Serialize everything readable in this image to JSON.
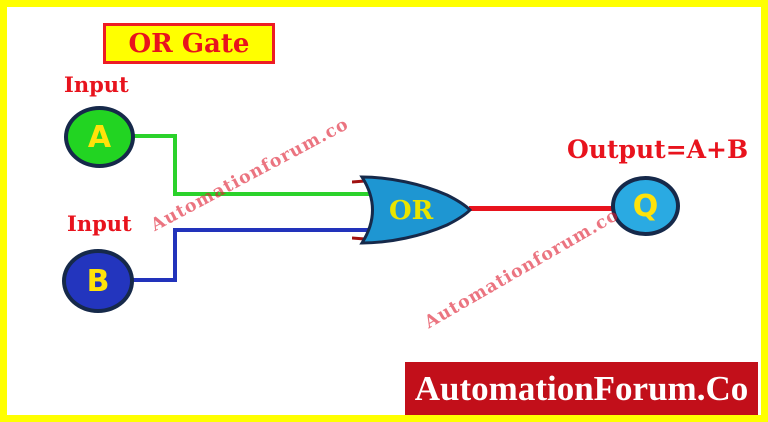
{
  "diagram": {
    "title": "OR Gate",
    "gate": {
      "label": "OR",
      "fill_color": "#1E96D2",
      "label_color": "#E9E400",
      "outline_color": "#16294A"
    },
    "inputs": [
      {
        "caption": "Input",
        "node": "A",
        "node_color": "#22D422",
        "wire_color": "#2BD22B"
      },
      {
        "caption": "Input",
        "node": "B",
        "node_color": "#2335BE",
        "wire_color": "#2233BB"
      }
    ],
    "output": {
      "caption": "Output=A+B",
      "node": "Q",
      "node_color": "#2AAAE2",
      "wire_color": "#E8131D"
    },
    "node_letter_color": "#FFE20A",
    "text_color": "#E8131D"
  },
  "watermarks": [
    {
      "text": "Automationforum.co"
    },
    {
      "text": "Automationforum.co"
    }
  ],
  "branding": {
    "logo_text": "AutomationForum.Co",
    "logo_bg": "#C20F1A",
    "logo_text_color": "#FFFFFF",
    "frame_color": "#FFFF00"
  }
}
